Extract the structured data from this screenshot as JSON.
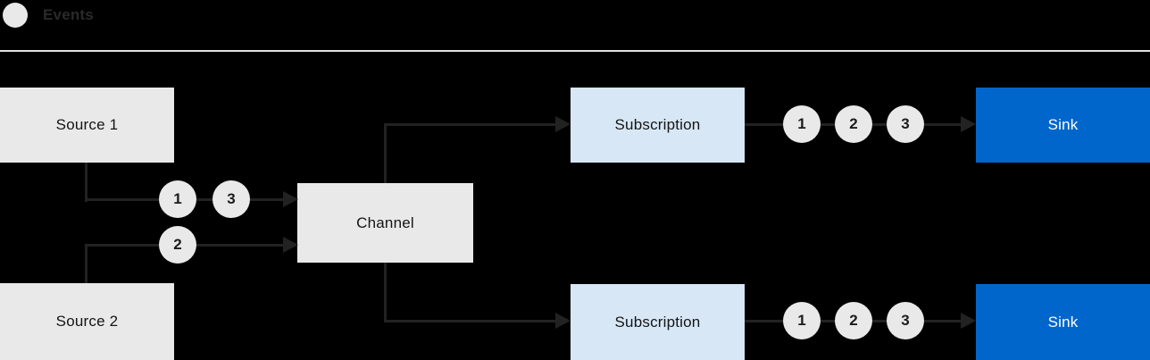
{
  "legend": {
    "label": "Events"
  },
  "nodes": {
    "source1": {
      "label": "Source 1"
    },
    "source2": {
      "label": "Source 2"
    },
    "channel": {
      "label": "Channel"
    },
    "subscription_top": {
      "label": "Subscription"
    },
    "subscription_bottom": {
      "label": "Subscription"
    },
    "sink_top": {
      "label": "Sink"
    },
    "sink_bottom": {
      "label": "Sink"
    }
  },
  "events": {
    "source1_to_channel": [
      "1",
      "3"
    ],
    "source2_to_channel": [
      "2"
    ],
    "subscription_top_to_sink": [
      "1",
      "2",
      "3"
    ],
    "subscription_bottom_to_sink": [
      "1",
      "2",
      "3"
    ]
  },
  "colors": {
    "background": "#000000",
    "node_gray": "#e9e9e9",
    "subscription_blue": "#d8e7f6",
    "sink_blue": "#0066cc",
    "line": "#222222",
    "text_dark": "#151515",
    "sink_text": "#ffffff",
    "divider": "#e2e2e2"
  }
}
